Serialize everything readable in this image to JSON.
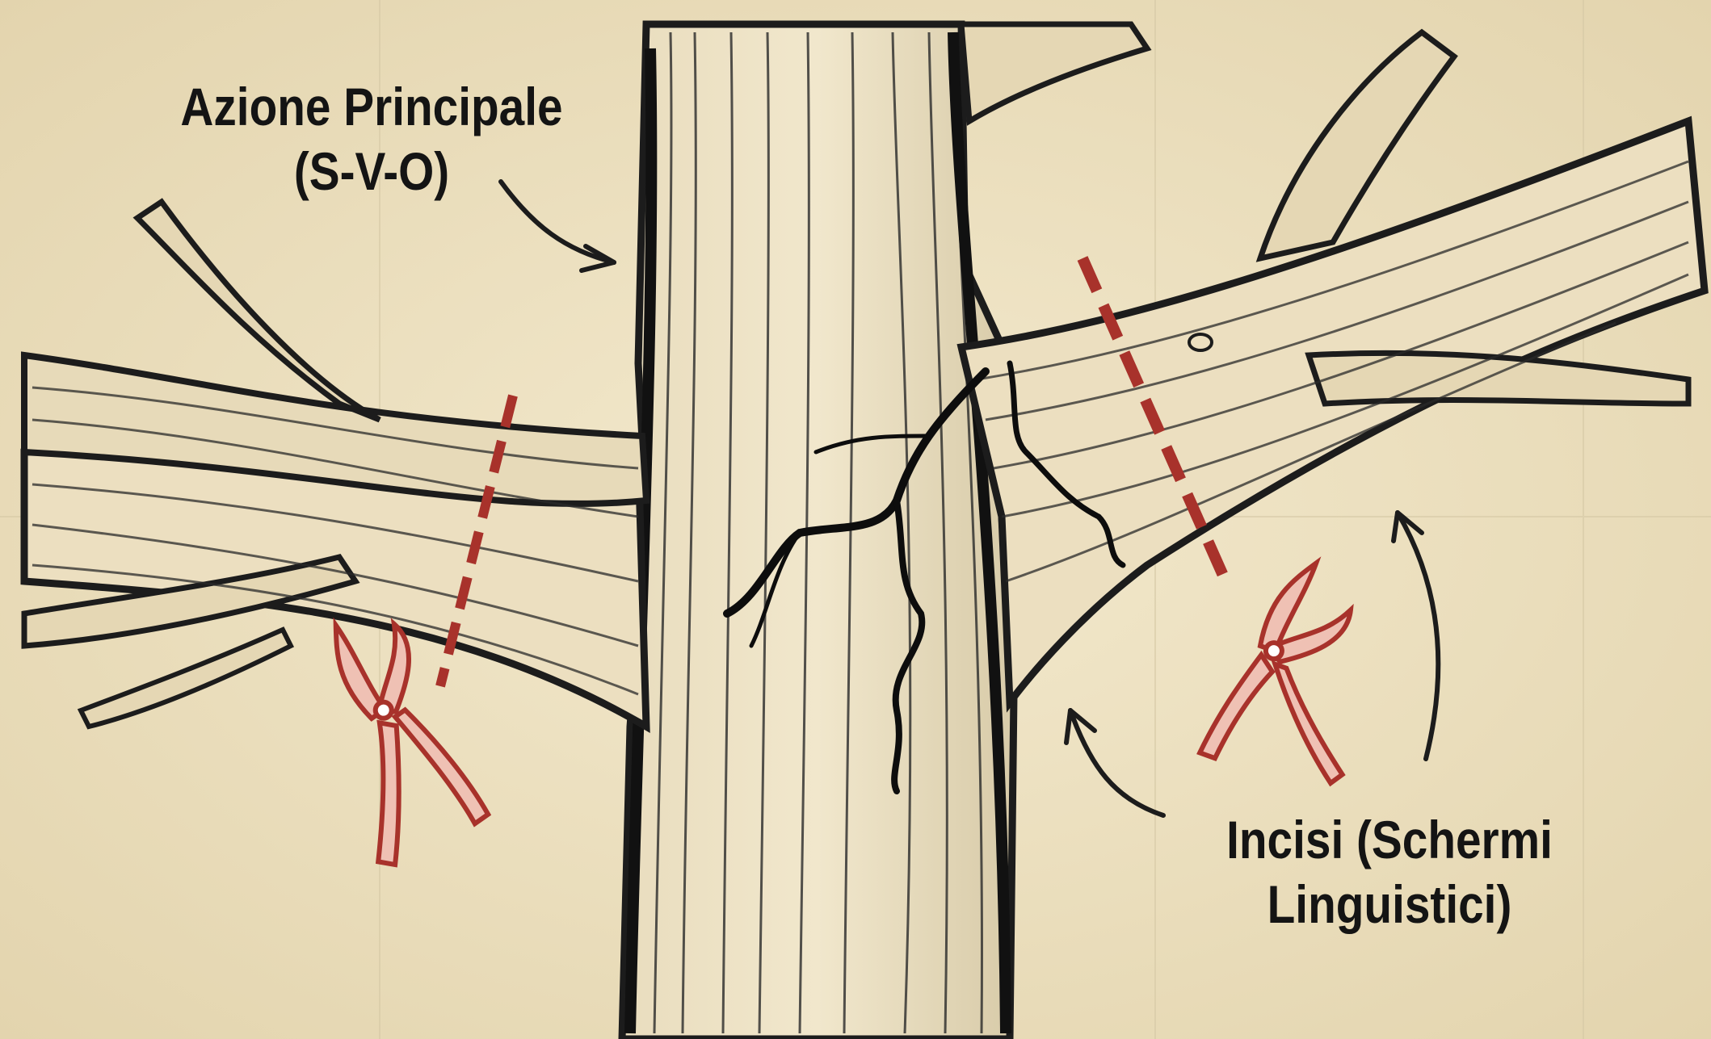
{
  "labels": {
    "main_action": {
      "line1": "Azione Principale",
      "line2": "(S-V-O)"
    },
    "incisi": {
      "line1": "Incisi (Schermi",
      "line2": "Linguistici)"
    }
  },
  "colors": {
    "paper": "#efe4c6",
    "ink": "#1c1c1c",
    "cut_line": "#a8322b",
    "shears": "#c4453a"
  },
  "icons": [
    "pruning-shears-icon",
    "pruning-shears-icon"
  ]
}
